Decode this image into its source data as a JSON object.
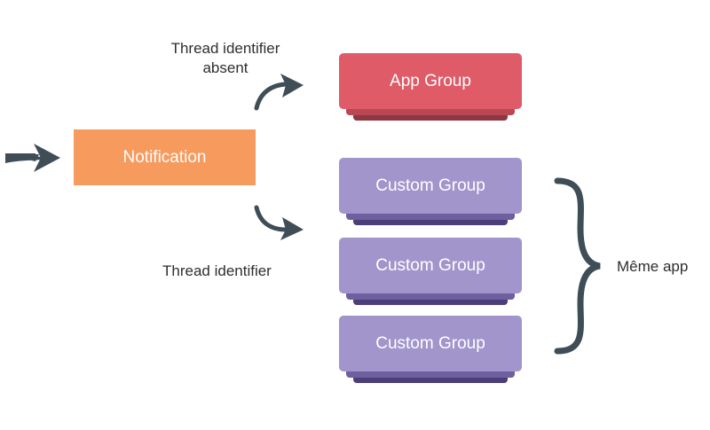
{
  "labels": {
    "thread_absent_line1": "Thread identifier",
    "thread_absent_line2": "absent",
    "thread_identifier": "Thread identifier",
    "same_app": "Même app"
  },
  "boxes": {
    "notification": "Notification",
    "app_group": "App Group",
    "custom_groups": [
      "Custom Group",
      "Custom Group",
      "Custom Group"
    ]
  },
  "colors": {
    "notification": "#f79a5e",
    "app_group": "#e05b68",
    "custom_group": "#a195cc",
    "arrow": "#3f4d57"
  },
  "icons": {
    "incoming_arrow": "arrow-right-icon",
    "curved_arrow_up": "curved-arrow-up-right-icon",
    "curved_arrow_down": "curved-arrow-down-right-icon",
    "brace": "right-curly-brace-icon"
  }
}
